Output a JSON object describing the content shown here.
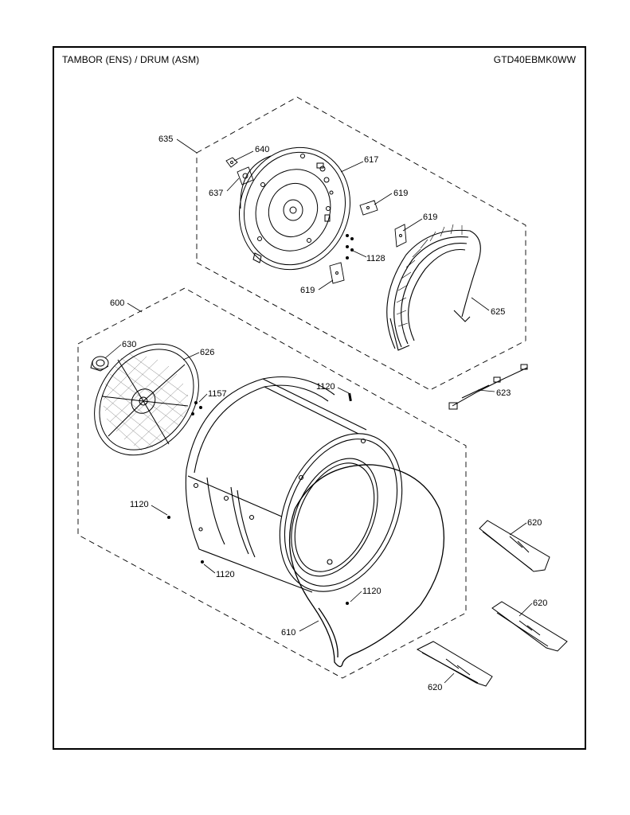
{
  "header": {
    "title": "TAMBOR (ENS) / DRUM (ASM)",
    "model": "GTD40EBMK0WW"
  },
  "callouts": {
    "c635": "635",
    "c640": "640",
    "c617": "617",
    "c637": "637",
    "c619a": "619",
    "c619b": "619",
    "c619c": "619",
    "c1128": "1128",
    "c625": "625",
    "c600": "600",
    "c630": "630",
    "c626": "626",
    "c1157": "1157",
    "c1120a": "1120",
    "c1120b": "1120",
    "c1120c": "1120",
    "c1120d": "1120",
    "c623": "623",
    "c620a": "620",
    "c620b": "620",
    "c620c": "620",
    "c610": "610"
  }
}
